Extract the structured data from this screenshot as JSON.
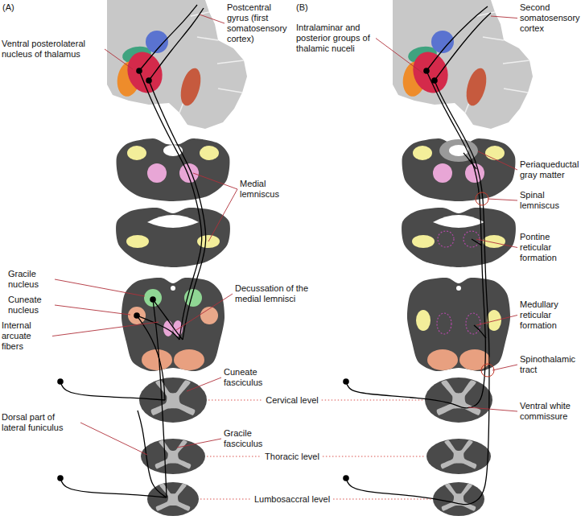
{
  "diagram": {
    "labels": [
      "(A)",
      "(B)",
      "Postcentral gyrus (first somatosensory cortex)",
      "Second somatosensory cortex",
      "Ventral posterolateral nucleus of thalamus",
      "Intralaminar and posterior groups of thalamic nuceli",
      "Medial lemniscus",
      "Periaqueductal gray matter",
      "Spinal lemniscus",
      "Pontine reticular formation",
      "Gracile nucleus",
      "Cuneate nucleus",
      "Decussation of the medial lemnisci",
      "Medullary reticular formation",
      "Internal arcuate fibers",
      "Cuneate fasciculus",
      "Spinothalamic tract",
      "Cervical level",
      "Ventral white commissure",
      "Dorsal part of lateral funiculus",
      "Gracile fasciculus",
      "Thoracic level",
      "Lumbosaccral level"
    ]
  }
}
